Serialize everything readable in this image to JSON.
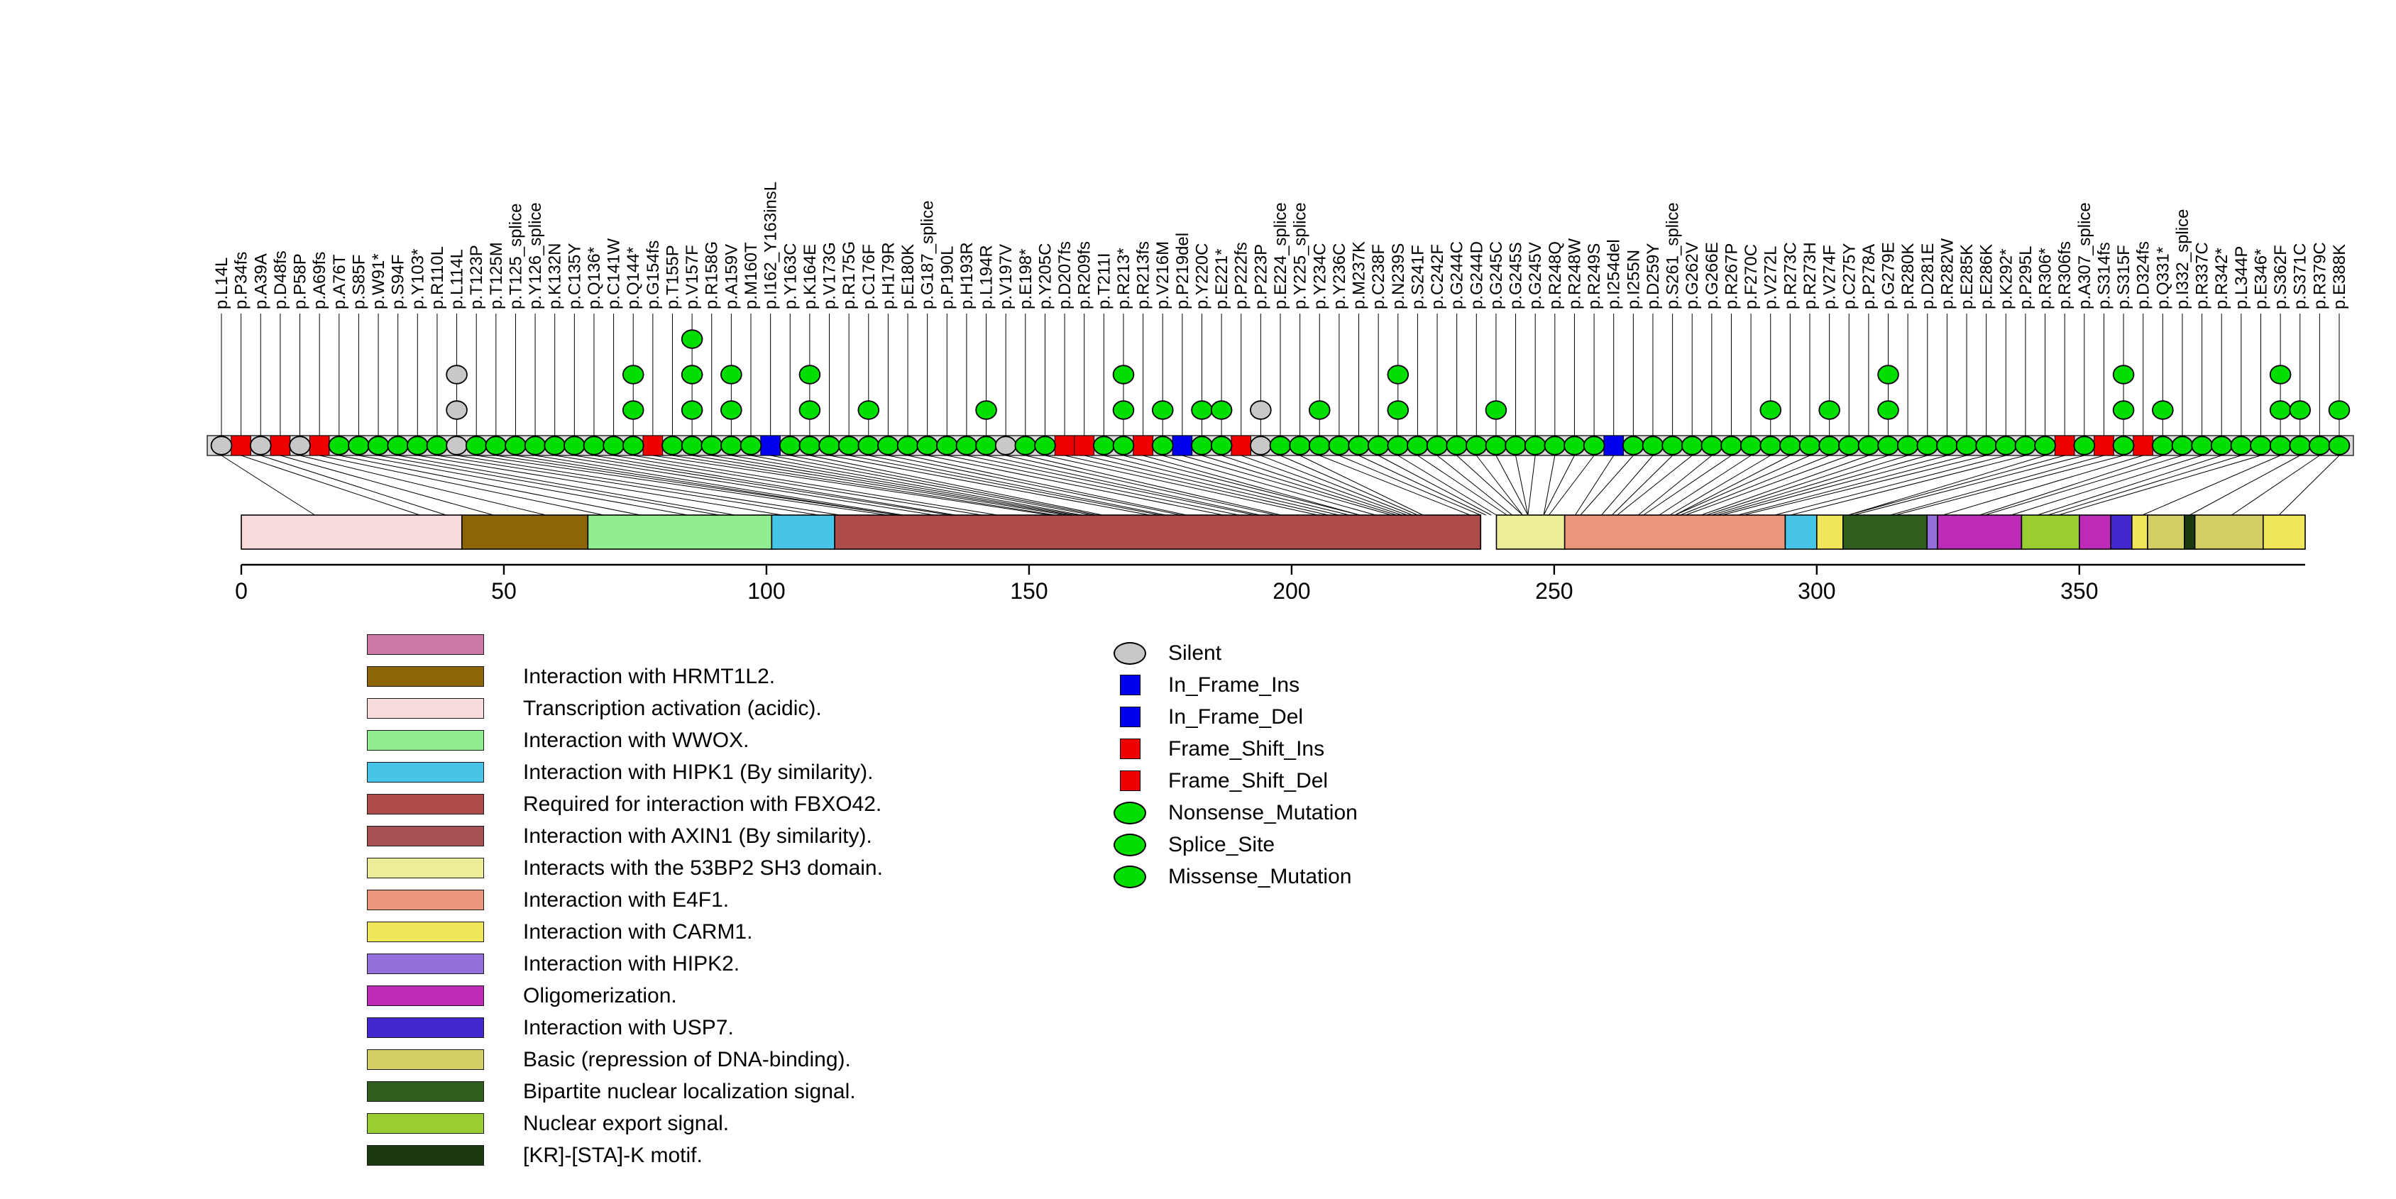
{
  "chart_data": {
    "type": "lollipop",
    "title": "",
    "protein_length": 393,
    "xlim": [
      0,
      393
    ],
    "axis_ticks": [
      0,
      50,
      100,
      150,
      200,
      250,
      300,
      350
    ],
    "grid": false,
    "type_styles": {
      "Silent": {
        "color": "#C8C8C8",
        "shape": "ellipse"
      },
      "In_Frame_Ins": {
        "color": "#0000EE",
        "shape": "rect"
      },
      "In_Frame_Del": {
        "color": "#0000EE",
        "shape": "rect"
      },
      "Frame_Shift_Ins": {
        "color": "#EE0000",
        "shape": "rect"
      },
      "Frame_Shift_Del": {
        "color": "#EE0000",
        "shape": "rect"
      },
      "Nonsense_Mutation": {
        "color": "#00DF00",
        "shape": "ellipse"
      },
      "Splice_Site": {
        "color": "#00DF00",
        "shape": "ellipse"
      },
      "Missense_Mutation": {
        "color": "#00DF00",
        "shape": "ellipse"
      }
    },
    "type_legend": [
      {
        "label": "Silent",
        "color": "#C8C8C8",
        "shape": "ellipse"
      },
      {
        "label": "In_Frame_Ins",
        "color": "#0000EE",
        "shape": "rect"
      },
      {
        "label": "In_Frame_Del",
        "color": "#0000EE",
        "shape": "rect"
      },
      {
        "label": "Frame_Shift_Ins",
        "color": "#EE0000",
        "shape": "rect"
      },
      {
        "label": "Frame_Shift_Del",
        "color": "#EE0000",
        "shape": "rect"
      },
      {
        "label": "Nonsense_Mutation",
        "color": "#00DF00",
        "shape": "ellipse"
      },
      {
        "label": "Splice_Site",
        "color": "#00DF00",
        "shape": "ellipse"
      },
      {
        "label": "Missense_Mutation",
        "color": "#00DF00",
        "shape": "ellipse"
      }
    ],
    "domain_legend": [
      {
        "color": "#CC79A7",
        "label": ""
      },
      {
        "color": "#8B6508",
        "label": "Interaction with HRMT1L2."
      },
      {
        "color": "#F7DADA",
        "label": "Transcription activation (acidic)."
      },
      {
        "color": "#90EE90",
        "label": "Interaction with WWOX."
      },
      {
        "color": "#46C5E8",
        "label": "Interaction with HIPK1 (By similarity)."
      },
      {
        "color": "#AE4C4C",
        "label": "Required for interaction with FBXO42."
      },
      {
        "color": "#A65252",
        "label": "Interaction with AXIN1 (By similarity)."
      },
      {
        "color": "#EDED99",
        "label": "Interacts with the 53BP2 SH3 domain."
      },
      {
        "color": "#E9967A",
        "label": "Interaction with E4F1."
      },
      {
        "color": "#F0E65A",
        "label": "Interaction with CARM1."
      },
      {
        "color": "#9370DB",
        "label": "Interaction with HIPK2."
      },
      {
        "color": "#BF2BB9",
        "label": "Oligomerization."
      },
      {
        "color": "#4527CF",
        "label": "Interaction with USP7."
      },
      {
        "color": "#D2CE64",
        "label": "Basic (repression of DNA-binding)."
      },
      {
        "color": "#2F5E1E",
        "label": "Bipartite nuclear localization signal."
      },
      {
        "color": "#9ACD32",
        "label": "Nuclear export signal."
      },
      {
        "color": "#1C3A10",
        "label": "[KR]-[STA]-K motif."
      }
    ],
    "domains": [
      {
        "start": 0,
        "end": 42,
        "color": "#F7DADA",
        "name": "Transcription activation (acidic)."
      },
      {
        "start": 42,
        "end": 66,
        "color": "#8B6508",
        "name": "Interaction with HRMT1L2."
      },
      {
        "start": 66,
        "end": 101,
        "color": "#90EE90",
        "name": "Interaction with WWOX."
      },
      {
        "start": 101,
        "end": 113,
        "color": "#46C5E8",
        "name": "Interaction with HIPK1 (By similarity)."
      },
      {
        "start": 113,
        "end": 236,
        "color": "#AE4C4C",
        "name": "Required for interaction with FBXO42. / Interaction with AXIN1 (By similarity)."
      },
      {
        "start": 239,
        "end": 252,
        "color": "#EDED99",
        "name": "Interacts with the 53BP2 SH3 domain."
      },
      {
        "start": 252,
        "end": 294,
        "color": "#E9967A",
        "name": "Interaction with E4F1."
      },
      {
        "start": 294,
        "end": 300,
        "color": "#46C5E8",
        "name": "Interaction with HIPK1 (By similarity)."
      },
      {
        "start": 300,
        "end": 305,
        "color": "#F0E65A",
        "name": "Interaction with CARM1."
      },
      {
        "start": 305,
        "end": 321,
        "color": "#2F5E1E",
        "name": "Bipartite nuclear localization signal."
      },
      {
        "start": 321,
        "end": 323,
        "color": "#9370DB",
        "name": "Interaction with HIPK2."
      },
      {
        "start": 323,
        "end": 339,
        "color": "#BF2BB9",
        "name": "Oligomerization."
      },
      {
        "start": 339,
        "end": 350,
        "color": "#9ACD32",
        "name": "Nuclear export signal."
      },
      {
        "start": 350,
        "end": 356,
        "color": "#BF2BB9",
        "name": "Oligomerization."
      },
      {
        "start": 356,
        "end": 360,
        "color": "#4527CF",
        "name": "Interaction with USP7."
      },
      {
        "start": 360,
        "end": 363,
        "color": "#F0E65A",
        "name": "Interaction with CARM1."
      },
      {
        "start": 363,
        "end": 370,
        "color": "#D2CE64",
        "name": "Basic (repression of DNA-binding)."
      },
      {
        "start": 370,
        "end": 372,
        "color": "#1C3A10",
        "name": "[KR]-[STA]-K motif."
      },
      {
        "start": 372,
        "end": 385,
        "color": "#D2CE64",
        "name": "Basic (repression of DNA-binding)."
      },
      {
        "start": 385,
        "end": 393,
        "color": "#F0E65A",
        "name": "Interaction with CARM1."
      }
    ],
    "mutations": [
      {
        "label": "p.L14L",
        "pos": 14,
        "type": "Silent"
      },
      {
        "label": "p.P34fs",
        "pos": 34,
        "type": "Frame_Shift_Del"
      },
      {
        "label": "p.A39A",
        "pos": 39,
        "type": "Silent"
      },
      {
        "label": "p.D48fs",
        "pos": 48,
        "type": "Frame_Shift_Del"
      },
      {
        "label": "p.P58P",
        "pos": 58,
        "type": "Silent"
      },
      {
        "label": "p.A69fs",
        "pos": 69,
        "type": "Frame_Shift_Ins"
      },
      {
        "label": "p.A76T",
        "pos": 76,
        "type": "Missense_Mutation"
      },
      {
        "label": "p.S85F",
        "pos": 85,
        "type": "Missense_Mutation"
      },
      {
        "label": "p.W91*",
        "pos": 91,
        "type": "Nonsense_Mutation"
      },
      {
        "label": "p.S94F",
        "pos": 94,
        "type": "Missense_Mutation"
      },
      {
        "label": "p.Y103*",
        "pos": 103,
        "type": "Nonsense_Mutation"
      },
      {
        "label": "p.R110L",
        "pos": 110,
        "type": "Missense_Mutation"
      },
      {
        "label": "p.L114L",
        "pos": 114,
        "type": "Silent",
        "count": 3
      },
      {
        "label": "p.T123P",
        "pos": 123,
        "type": "Missense_Mutation"
      },
      {
        "label": "p.T125M",
        "pos": 125,
        "type": "Missense_Mutation"
      },
      {
        "label": "p.T125_splice",
        "pos": 125,
        "type": "Splice_Site"
      },
      {
        "label": "p.Y126_splice",
        "pos": 126,
        "type": "Splice_Site"
      },
      {
        "label": "p.K132N",
        "pos": 132,
        "type": "Missense_Mutation"
      },
      {
        "label": "p.C135Y",
        "pos": 135,
        "type": "Missense_Mutation"
      },
      {
        "label": "p.Q136*",
        "pos": 136,
        "type": "Nonsense_Mutation"
      },
      {
        "label": "p.C141W",
        "pos": 141,
        "type": "Missense_Mutation"
      },
      {
        "label": "p.Q144*",
        "pos": 144,
        "type": "Nonsense_Mutation",
        "count": 3
      },
      {
        "label": "p.G154fs",
        "pos": 154,
        "type": "Frame_Shift_Del"
      },
      {
        "label": "p.T155P",
        "pos": 155,
        "type": "Missense_Mutation"
      },
      {
        "label": "p.V157F",
        "pos": 157,
        "type": "Missense_Mutation",
        "count": 4
      },
      {
        "label": "p.R158G",
        "pos": 158,
        "type": "Missense_Mutation"
      },
      {
        "label": "p.A159V",
        "pos": 159,
        "type": "Missense_Mutation",
        "count": 3
      },
      {
        "label": "p.M160T",
        "pos": 160,
        "type": "Missense_Mutation"
      },
      {
        "label": "p.I162_Y163insL",
        "pos": 162,
        "type": "In_Frame_Ins"
      },
      {
        "label": "p.Y163C",
        "pos": 163,
        "type": "Missense_Mutation"
      },
      {
        "label": "p.K164E",
        "pos": 164,
        "type": "Missense_Mutation",
        "count": 3
      },
      {
        "label": "p.V173G",
        "pos": 173,
        "type": "Missense_Mutation"
      },
      {
        "label": "p.R175G",
        "pos": 175,
        "type": "Missense_Mutation"
      },
      {
        "label": "p.C176F",
        "pos": 176,
        "type": "Missense_Mutation",
        "count": 2
      },
      {
        "label": "p.H179R",
        "pos": 179,
        "type": "Missense_Mutation"
      },
      {
        "label": "p.E180K",
        "pos": 180,
        "type": "Missense_Mutation"
      },
      {
        "label": "p.G187_splice",
        "pos": 187,
        "type": "Splice_Site"
      },
      {
        "label": "p.P190L",
        "pos": 190,
        "type": "Missense_Mutation"
      },
      {
        "label": "p.H193R",
        "pos": 193,
        "type": "Missense_Mutation"
      },
      {
        "label": "p.L194R",
        "pos": 194,
        "type": "Missense_Mutation",
        "count": 2
      },
      {
        "label": "p.V197V",
        "pos": 197,
        "type": "Silent"
      },
      {
        "label": "p.E198*",
        "pos": 198,
        "type": "Nonsense_Mutation"
      },
      {
        "label": "p.Y205C",
        "pos": 205,
        "type": "Missense_Mutation"
      },
      {
        "label": "p.D207fs",
        "pos": 207,
        "type": "Frame_Shift_Del"
      },
      {
        "label": "p.R209fs",
        "pos": 209,
        "type": "Frame_Shift_Ins"
      },
      {
        "label": "p.T211I",
        "pos": 211,
        "type": "Missense_Mutation"
      },
      {
        "label": "p.R213*",
        "pos": 213,
        "type": "Nonsense_Mutation",
        "count": 3
      },
      {
        "label": "p.R213fs",
        "pos": 213,
        "type": "Frame_Shift_Del"
      },
      {
        "label": "p.V216M",
        "pos": 216,
        "type": "Missense_Mutation",
        "count": 2
      },
      {
        "label": "p.P219del",
        "pos": 219,
        "type": "In_Frame_Del"
      },
      {
        "label": "p.Y220C",
        "pos": 220,
        "type": "Missense_Mutation",
        "count": 2
      },
      {
        "label": "p.E221*",
        "pos": 221,
        "type": "Nonsense_Mutation",
        "count": 2
      },
      {
        "label": "p.P222fs",
        "pos": 222,
        "type": "Frame_Shift_Del"
      },
      {
        "label": "p.P223P",
        "pos": 223,
        "type": "Silent",
        "count": 2
      },
      {
        "label": "p.E224_splice",
        "pos": 224,
        "type": "Splice_Site"
      },
      {
        "label": "p.Y225_splice",
        "pos": 225,
        "type": "Splice_Site"
      },
      {
        "label": "p.Y234C",
        "pos": 234,
        "type": "Missense_Mutation",
        "count": 2
      },
      {
        "label": "p.Y236C",
        "pos": 236,
        "type": "Missense_Mutation"
      },
      {
        "label": "p.M237K",
        "pos": 237,
        "type": "Missense_Mutation"
      },
      {
        "label": "p.C238F",
        "pos": 238,
        "type": "Missense_Mutation"
      },
      {
        "label": "p.N239S",
        "pos": 239,
        "type": "Missense_Mutation",
        "count": 3
      },
      {
        "label": "p.S241F",
        "pos": 241,
        "type": "Missense_Mutation"
      },
      {
        "label": "p.C242F",
        "pos": 242,
        "type": "Missense_Mutation"
      },
      {
        "label": "p.G244C",
        "pos": 244,
        "type": "Missense_Mutation"
      },
      {
        "label": "p.G244D",
        "pos": 244,
        "type": "Missense_Mutation"
      },
      {
        "label": "p.G245C",
        "pos": 245,
        "type": "Missense_Mutation",
        "count": 2
      },
      {
        "label": "p.G245S",
        "pos": 245,
        "type": "Missense_Mutation"
      },
      {
        "label": "p.G245V",
        "pos": 245,
        "type": "Missense_Mutation"
      },
      {
        "label": "p.R248Q",
        "pos": 248,
        "type": "Missense_Mutation"
      },
      {
        "label": "p.R248W",
        "pos": 248,
        "type": "Missense_Mutation"
      },
      {
        "label": "p.R249S",
        "pos": 249,
        "type": "Missense_Mutation"
      },
      {
        "label": "p.I254del",
        "pos": 254,
        "type": "In_Frame_Del"
      },
      {
        "label": "p.I255N",
        "pos": 255,
        "type": "Missense_Mutation"
      },
      {
        "label": "p.D259Y",
        "pos": 259,
        "type": "Missense_Mutation"
      },
      {
        "label": "p.S261_splice",
        "pos": 261,
        "type": "Splice_Site"
      },
      {
        "label": "p.G262V",
        "pos": 262,
        "type": "Missense_Mutation"
      },
      {
        "label": "p.G266E",
        "pos": 266,
        "type": "Missense_Mutation"
      },
      {
        "label": "p.R267P",
        "pos": 267,
        "type": "Missense_Mutation"
      },
      {
        "label": "p.F270C",
        "pos": 270,
        "type": "Missense_Mutation"
      },
      {
        "label": "p.V272L",
        "pos": 272,
        "type": "Missense_Mutation",
        "count": 2
      },
      {
        "label": "p.R273C",
        "pos": 273,
        "type": "Missense_Mutation"
      },
      {
        "label": "p.R273H",
        "pos": 273,
        "type": "Missense_Mutation"
      },
      {
        "label": "p.V274F",
        "pos": 274,
        "type": "Missense_Mutation",
        "count": 2
      },
      {
        "label": "p.C275Y",
        "pos": 275,
        "type": "Missense_Mutation"
      },
      {
        "label": "p.P278A",
        "pos": 278,
        "type": "Missense_Mutation"
      },
      {
        "label": "p.G279E",
        "pos": 279,
        "type": "Missense_Mutation",
        "count": 3
      },
      {
        "label": "p.R280K",
        "pos": 280,
        "type": "Missense_Mutation"
      },
      {
        "label": "p.D281E",
        "pos": 281,
        "type": "Missense_Mutation"
      },
      {
        "label": "p.R282W",
        "pos": 282,
        "type": "Missense_Mutation"
      },
      {
        "label": "p.E285K",
        "pos": 285,
        "type": "Missense_Mutation"
      },
      {
        "label": "p.E286K",
        "pos": 286,
        "type": "Missense_Mutation"
      },
      {
        "label": "p.K292*",
        "pos": 292,
        "type": "Nonsense_Mutation"
      },
      {
        "label": "p.P295L",
        "pos": 295,
        "type": "Missense_Mutation"
      },
      {
        "label": "p.R306*",
        "pos": 306,
        "type": "Nonsense_Mutation"
      },
      {
        "label": "p.R306fs",
        "pos": 306,
        "type": "Frame_Shift_Ins"
      },
      {
        "label": "p.A307_splice",
        "pos": 307,
        "type": "Splice_Site"
      },
      {
        "label": "p.S314fs",
        "pos": 314,
        "type": "Frame_Shift_Del"
      },
      {
        "label": "p.S315F",
        "pos": 315,
        "type": "Missense_Mutation",
        "count": 3
      },
      {
        "label": "p.D324fs",
        "pos": 324,
        "type": "Frame_Shift_Del"
      },
      {
        "label": "p.Q331*",
        "pos": 331,
        "type": "Nonsense_Mutation",
        "count": 2
      },
      {
        "label": "p.I332_splice",
        "pos": 332,
        "type": "Splice_Site"
      },
      {
        "label": "p.R337C",
        "pos": 337,
        "type": "Missense_Mutation"
      },
      {
        "label": "p.R342*",
        "pos": 342,
        "type": "Nonsense_Mutation"
      },
      {
        "label": "p.L344P",
        "pos": 344,
        "type": "Missense_Mutation"
      },
      {
        "label": "p.E346*",
        "pos": 346,
        "type": "Nonsense_Mutation"
      },
      {
        "label": "p.S362F",
        "pos": 362,
        "type": "Missense_Mutation",
        "count": 3
      },
      {
        "label": "p.S371C",
        "pos": 371,
        "type": "Missense_Mutation",
        "count": 2
      },
      {
        "label": "p.R379C",
        "pos": 379,
        "type": "Missense_Mutation"
      },
      {
        "label": "p.E388K",
        "pos": 388,
        "type": "Missense_Mutation",
        "count": 2
      }
    ]
  }
}
